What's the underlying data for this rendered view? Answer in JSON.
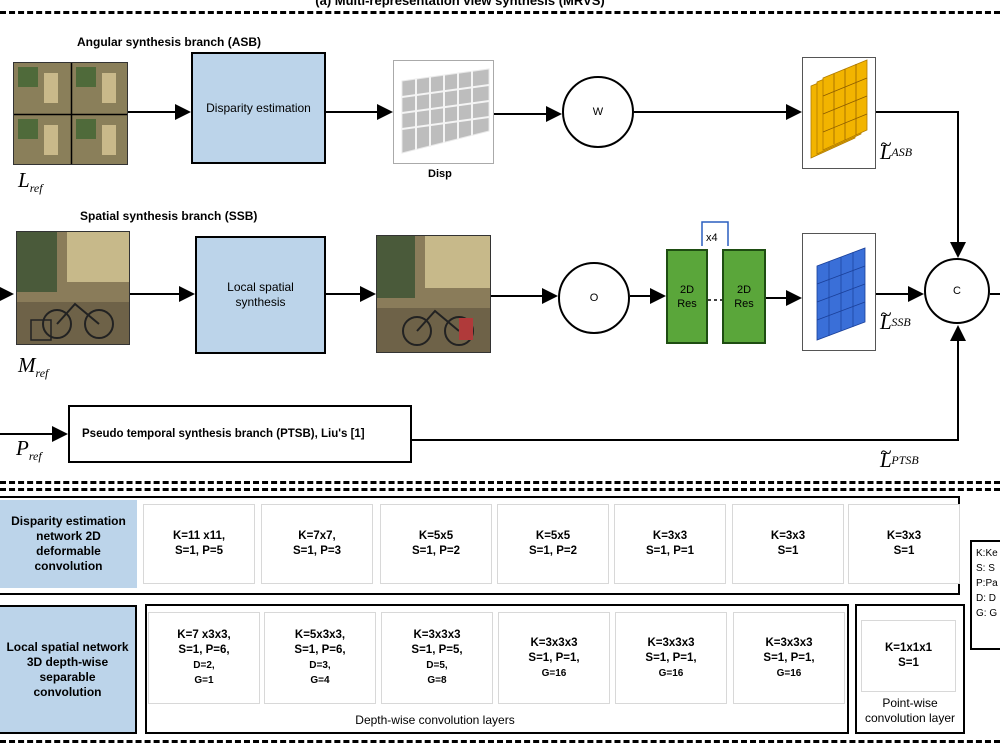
{
  "header_title": "(a) Multi-representation view synthesis (MRVS)",
  "asb": {
    "title": "Angular synthesis branch (ASB)",
    "box_label": "Disparity estimation",
    "disp_label": "Disp",
    "op_label": "W",
    "input_symbol": "L",
    "input_sub": "ref",
    "output_symbol": "L",
    "output_sub": "ASB",
    "grid_color": "#f2b400"
  },
  "ssb": {
    "title": "Spatial synthesis branch (SSB)",
    "box_label": "Local spatial synthesis",
    "op_label": "O",
    "repeat_label": "x4",
    "res_block_a": "2D Res",
    "res_block_b": "2D Res",
    "input_symbol": "M",
    "input_sub": "ref",
    "output_symbol": "L",
    "output_sub": "SSB",
    "grid_color": "#3a6fd8"
  },
  "ptsb": {
    "box_label": "Pseudo temporal synthesis branch (PTSB), Liu's [1]",
    "input_symbol": "P",
    "input_sub": "ref",
    "output_symbol": "L",
    "output_sub": "PTSB"
  },
  "concat_label": "C",
  "disparity_network": {
    "title": "Disparity estimation network 2D deformable convolution",
    "cells": [
      "K=11 x11,\nS=1, P=5",
      "K=7x7,\nS=1, P=3",
      "K=5x5\nS=1, P=2",
      "K=5x5\nS=1, P=2",
      "K=3x3\nS=1, P=1",
      "K=3x3\nS=1",
      "K=3x3\nS=1"
    ]
  },
  "local_network": {
    "title": "Local spatial network 3D depth-wise separable convolution",
    "cells": [
      {
        "main": "K=7 x3x3,\nS=1, P=6,",
        "small": "D=2,\nG=1"
      },
      {
        "main": "K=5x3x3,\nS=1, P=6,",
        "small": "D=3,\nG=4"
      },
      {
        "main": "K=3x3x3\nS=1, P=5,",
        "small": "D=5,\nG=8"
      },
      {
        "main": "K=3x3x3\nS=1, P=1,",
        "small": "G=16"
      },
      {
        "main": "K=3x3x3\nS=1, P=1,",
        "small": "G=16"
      },
      {
        "main": "K=3x3x3\nS=1, P=1,",
        "small": "G=16"
      }
    ],
    "depthwise_caption": "Depth-wise convolution layers",
    "pointwise_cell": "K=1x1x1\nS=1",
    "pointwise_caption": "Point-wise\nconvolution layer"
  },
  "legend": [
    "K:Ke",
    "S: S",
    "P:Pa",
    "D: D",
    "G: G"
  ]
}
